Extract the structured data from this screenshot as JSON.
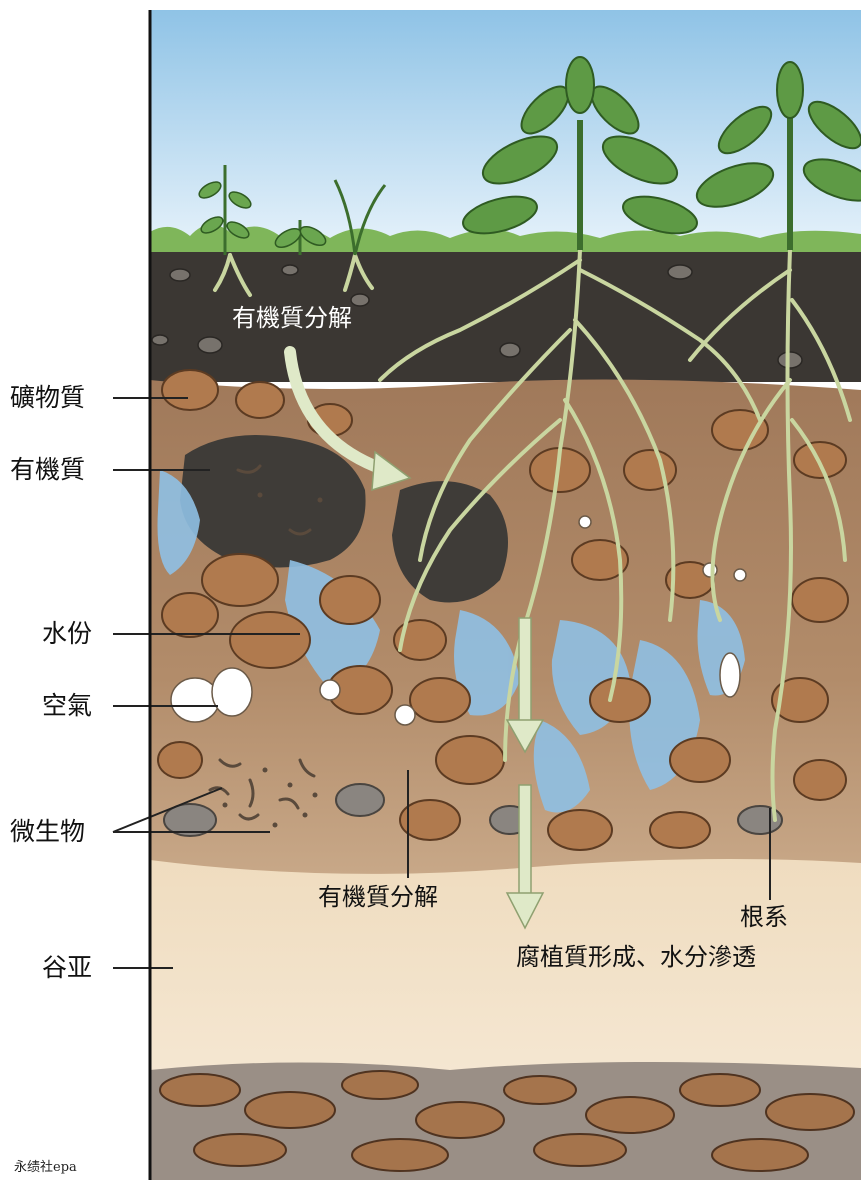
{
  "side_labels": {
    "mineral": "礦物質",
    "organic": "有機質",
    "water": "水份",
    "air": "空氣",
    "microbes": "微生物",
    "subsoil": "谷亚"
  },
  "annotations": {
    "decomp_top": "有機質分解",
    "decomp_bottom": "有機質分解",
    "roots": "根系",
    "humus": "腐植質形成、水分滲透"
  },
  "credit": "永绩社epa",
  "colors": {
    "sky_top": "#93c6e8",
    "sky_bottom": "#e6f2fb",
    "topsoil": "#3d3934",
    "mineral_soil": "#a98361",
    "subsoil": "#f1dfc4",
    "bedrock": "#9a8f86",
    "root": "#c9d6a0",
    "leaf": "#5e9a45",
    "water": "#8fc0e4"
  }
}
